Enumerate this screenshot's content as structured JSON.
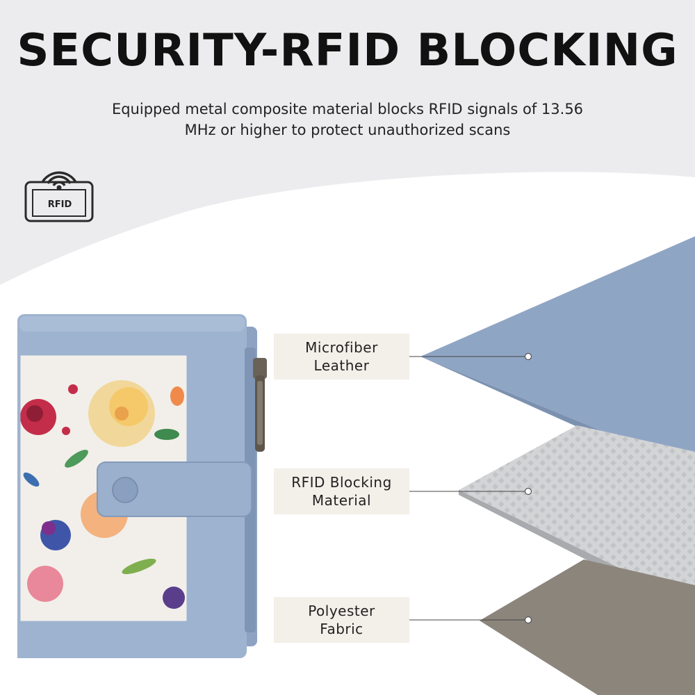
{
  "headline": "SECURITY-RFID BLOCKING",
  "subtitle_line1": "Equipped metal composite material blocks RFID signals of 13.56",
  "subtitle_line2": "MHz or higher to protect unauthorized scans",
  "badge": {
    "text": "RFID",
    "icon": "rfid-signal-icon"
  },
  "layers": [
    {
      "line1": "Microfiber",
      "line2": "Leather",
      "color": "#8fa5c4"
    },
    {
      "line1": "RFID Blocking",
      "line2": "Material",
      "color": "#cfd0d2"
    },
    {
      "line1": "Polyester",
      "line2": "Fabric",
      "color": "#8b857c"
    }
  ],
  "product": {
    "name": "floral-wallet",
    "trim_color": "#9eb3cf"
  }
}
